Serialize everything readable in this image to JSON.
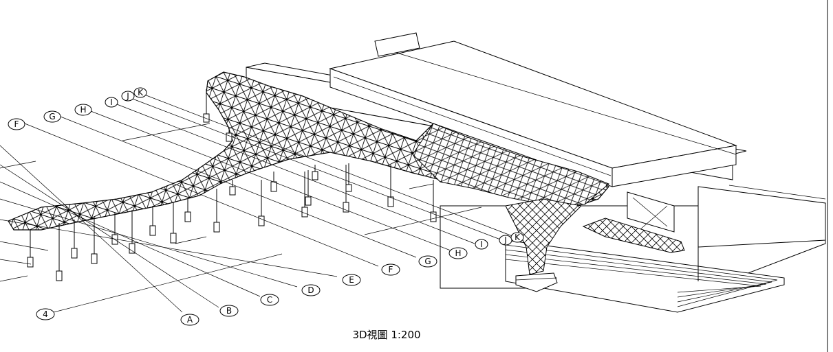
{
  "drawing": {
    "caption": "3D視圖 1:200",
    "frame_color": "#000000",
    "background_color": "#ffffff"
  },
  "grid_bubbles": {
    "left_series": [
      "A",
      "B",
      "C",
      "D",
      "E",
      "F",
      "G",
      "H",
      "I",
      "J",
      "K"
    ],
    "row_label": "4",
    "top_series": [
      "F",
      "G",
      "H",
      "I",
      "J",
      "K"
    ]
  }
}
